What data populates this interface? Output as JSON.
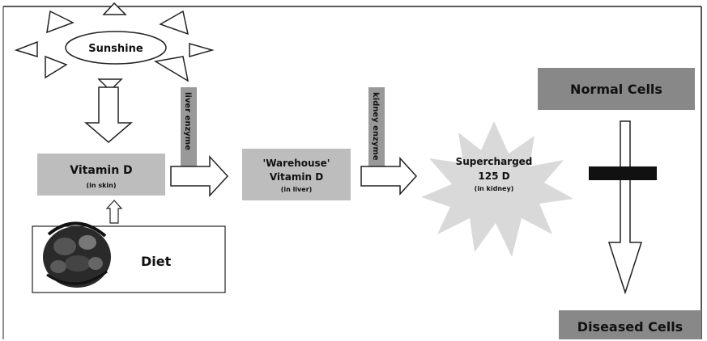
{
  "sunshine": {
    "label": "Sunshine"
  },
  "vitamin_d": {
    "title": "Vitamin D",
    "sub": "(in skin)"
  },
  "diet": {
    "label": "Diet"
  },
  "liver_enzyme": {
    "label": "liver enzyme"
  },
  "warehouse": {
    "line1": "'Warehouse'",
    "line2": "Vitamin D",
    "sub": "(in liver)"
  },
  "kidney_enzyme": {
    "label": "kidney enzyme"
  },
  "supercharged": {
    "line1": "Supercharged",
    "line2": "125 D",
    "sub": "(in kidney)"
  },
  "normal_cells": {
    "label": "Normal Cells"
  },
  "diseased_cells": {
    "label": "Diseased Cells"
  },
  "colors": {
    "box_gray": "#bdbdbd",
    "cell_gray": "#888888",
    "block_bar": "#111111"
  }
}
